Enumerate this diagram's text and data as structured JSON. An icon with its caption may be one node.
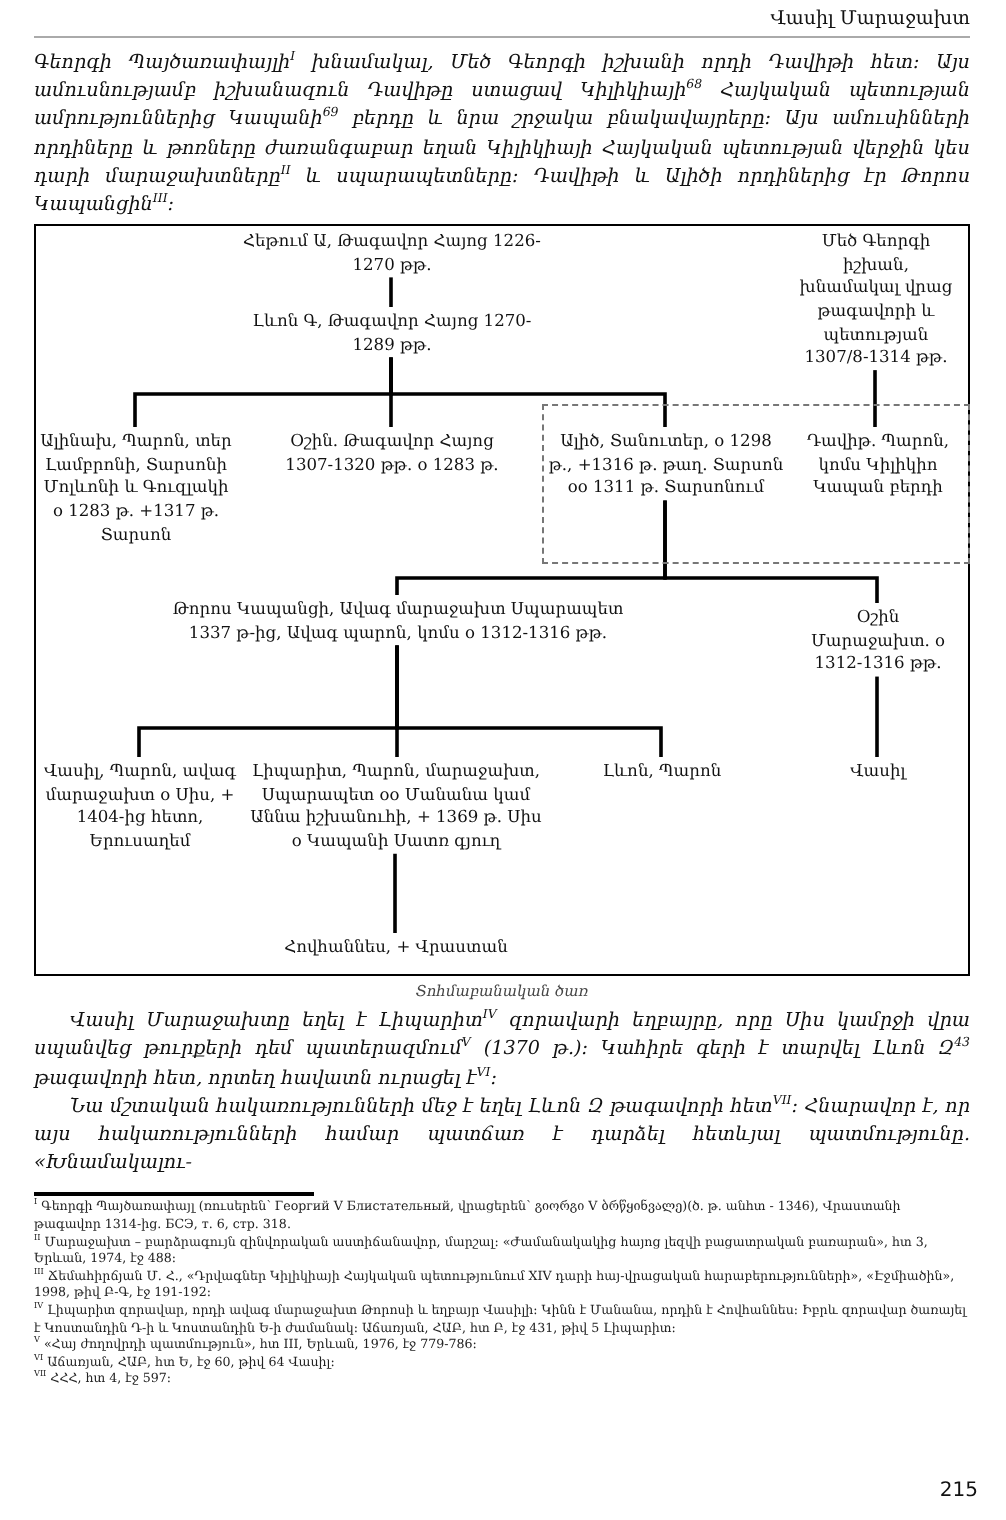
{
  "diagram": {
    "caption": "Տոհմաբանական ծառ",
    "nodes": [
      {
        "text": [
          "Հեթում Ա, Թագավոր Հայոց 1226-1270 թթ."
        ]
      },
      {
        "text": [
          "Մեծ Գեորգի իշխան, խնամակալ վրաց թագավորի և պետության 1307/8-1314 թթ."
        ]
      },
      {
        "text": [
          "Լևոն Գ, Թագավոր Հայոց 1270-1289 թթ."
        ]
      },
      {
        "text": [
          "Ալինախ, Պարոն, տեր Լամբրոնի, Տարսոնի Մոլևոնի և Գուզլակի o 1283 թ. +1317 թ. Տարսոն"
        ]
      },
      {
        "text": [
          "Օշին. Թագավոր Հայոց 1307-1320 թթ. o 1283 թ."
        ]
      },
      {
        "text": [],
        "shape": "box"
      },
      {
        "text": [
          "Ալիծ, Տանուտեր, o 1298 թ., +1316 թ. թաղ. Տարսոն oo 1311 թ. Տարսոնում"
        ],
        "in": 5
      },
      {
        "text": [
          "Դավիթ. Պարոն, կոմս Կիլիկիո Կապան բերդի"
        ],
        "in": 5
      },
      {
        "text": [
          "Թորոս Կապանցի, Ավագ մարաջախտ Սպարապետ 1337 թ-ից, Ավագ պարոն, կոմս o 1312-1316 թթ."
        ]
      },
      {
        "text": [
          "Օշին Մարաջախտ. o 1312-1316 թթ."
        ]
      },
      {
        "text": [
          "Վասիլ, Պարոն, ավագ մարաջախտ o Սիս, + 1404-ից հետո, Երուսաղեմ"
        ]
      },
      {
        "text": [
          "Լիպարիտ, Պարոն, մարաջախտ, Սպարապետ oo Մանանա կամ Աննա իշխանուհի, + 1369 թ. Սիս o Կապանի Սատռ գյուղ"
        ]
      },
      {
        "text": [
          "Լևոն, Պարոն"
        ]
      },
      {
        "text": [
          "Վասիլ"
        ]
      },
      {
        "text": [
          "Հովհաննես, + Վրաստան"
        ]
      }
    ],
    "edges": [
      {
        "from": 0,
        "to": 2,
        "arrow": "none"
      },
      {
        "from": 2,
        "to": 3,
        "arrow": "none"
      },
      {
        "from": 2,
        "to": 4,
        "arrow": "none"
      },
      {
        "from": 2,
        "to": 6,
        "arrow": "none"
      },
      {
        "from": 1,
        "to": 7,
        "arrow": "none"
      },
      {
        "from": 6,
        "to": 8,
        "arrow": "none"
      },
      {
        "from": 6,
        "to": 9,
        "arrow": "none"
      },
      {
        "from": 8,
        "to": 10,
        "arrow": "none"
      },
      {
        "from": 8,
        "to": 11,
        "arrow": "none"
      },
      {
        "from": 8,
        "to": 12,
        "arrow": "none"
      },
      {
        "from": 9,
        "to": 13,
        "arrow": "none"
      },
      {
        "from": 11,
        "to": 14,
        "arrow": "none"
      }
    ],
    "labels": [
      "Վասիլ Մարաջախտ",
      "Գեորգի Պայծառափայլի$^{I}$ խնամակալ, Մեծ Գեորգի իշխանի որդի Դավիթի հետ: Այս ամուսնությամբ իշխանազուն Դավիթը ստացավ Կիլիկիայի$^{68}$ Հայկական պետության ամրություններից Կապանի$^{69}$ բերդը և նրա շրջակա բնակավայրերը: Այս ամուսինների որդիները և թոռները ժառանգաբար եղան Կիլիկիայի Հայկական պետության վերջին կես դարի մարաջախտները$^{II}$ և սպարապետները: Դավիթի և Ալիծի որդիներից էր Թորոս Կապանցին$^{III}$:",
      "Վասիլ Մարաջախտը եղել է Լիպարիտ$^{IV}$ զորավարի եղբայրը, որը Սիս կամրջի վրա սպանվեց թուրքերի դեմ պատերազմում$^{V}$ (1370 թ.): Կահիրե գերի է տարվել Լևոն Զ$^{43}$ թագավորի հետ, որտեղ հավատն ուրացել է$^{VI}$:",
      "Նա մշտական հակառությունների մեջ է եղել Լևոն Զ թագավորի հետ$^{VII}$: Հնարավոր է, որ այս հակառությունների համար պատճառ է դարձել հետևյալ պատմությունը. «Խնամակալու-",
      "$^{I}$ Գեորգի Պայծառափայլ (ռուսերեն՝ Георгий V Блистательный, վրացերեն՝ გიორგი V ბრწყინვალე)(ծ. թ. անհտ - 1346), Վրաստանի թագավոր 1314-ից. БСЭ, т. 6, стр. 318.",
      "$^{II}$ Մարաջախտ – բարձրագույն զինվորական աստիճանավոր, մարշալ: «Ժամանակակից հայոց լեզվի բացատրական բառարան», հտ 3, Երևան, 1974, էջ 488:",
      "$^{III}$ Ճեմահիրճյան Մ. Հ., «Դրվագներ Կիլիկիայի Հայկական պետությունում XIV դարի հայ-վրացական հարաբերությունների», «Էջմիածին», 1998, թիվ Բ-Գ, էջ 191-192:",
      "$^{IV}$ Լիպարիտ զորավար, որդի ավագ մարաջախտ Թորոսի և եղբայր Վասիլի: Կինն է Մանանա, որդին է Հովհաննես: Իբրև զորավար ծառայել է Կոստանդին Դ-ի և Կոստանդին Ե-ի ժամանակ: Աճառյան, ՀԱԲ, հտ Բ, էջ 431, թիվ 5 Լիպարիտ:",
      "$^{V}$ «Հայ ժողովրդի պատմություն», հտ III, Երևան, 1976, էջ 779-786:",
      "$^{VI}$ Աճառյան, ՀԱԲ, հտ Ե, էջ 60, թիվ 64 Վասիլ:",
      "$^{VII}$ ՀՀՀ, հտ 4, էջ 597:",
      "215"
    ]
  }
}
